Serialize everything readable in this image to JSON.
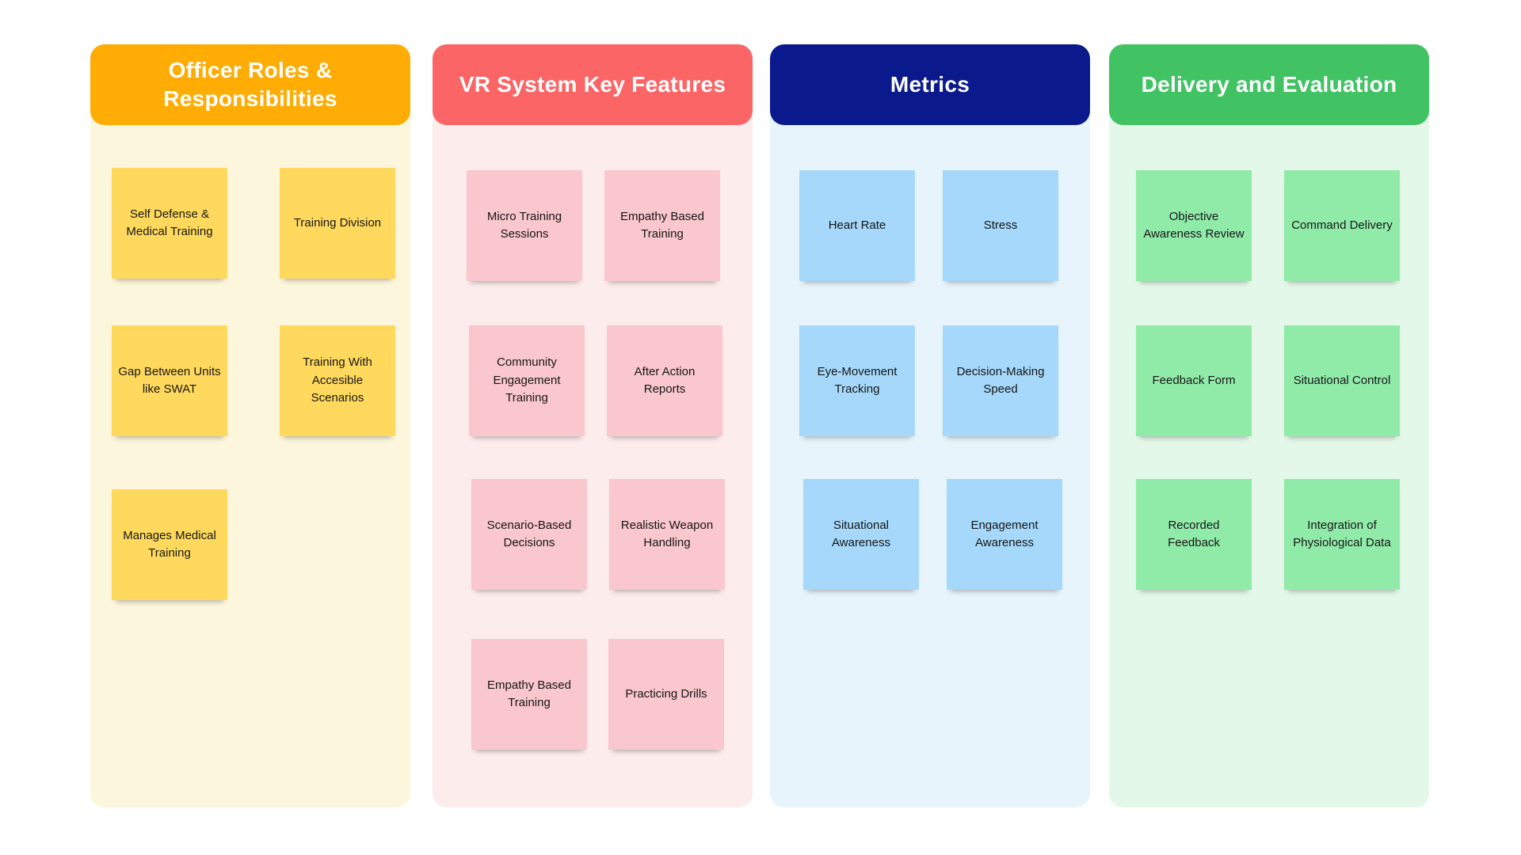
{
  "page": {
    "background": "#FFFFFF"
  },
  "columns": [
    {
      "title": "Officer Roles & Responsibilities",
      "header_color": "#FFAC04",
      "body_color": "#FCF6DC",
      "note_color": "#FFD95D",
      "notes": [
        {
          "text": "Self Defense & Medical Training"
        },
        {
          "text": "Training Division"
        },
        {
          "text": "Gap Between Units like SWAT"
        },
        {
          "text": "Training With Accesible Scenarios"
        },
        {
          "text": "Manages Medical Training"
        }
      ]
    },
    {
      "title": "VR System Key Features",
      "header_color": "#FB6565",
      "body_color": "#FDECEC",
      "note_color": "#F9C7CD",
      "notes": [
        {
          "text": "Micro Training Sessions"
        },
        {
          "text": "Empathy Based Training"
        },
        {
          "text": "Community Engagement Training"
        },
        {
          "text": "After Action Reports"
        },
        {
          "text": "Scenario-Based Decisions"
        },
        {
          "text": "Realistic Weapon Handling"
        },
        {
          "text": "Empathy Based Training"
        },
        {
          "text": "Practicing Drills"
        }
      ]
    },
    {
      "title": "Metrics",
      "header_color": "#0A1A8C",
      "body_color": "#E7F4FC",
      "note_color": "#A5D8FA",
      "notes": [
        {
          "text": "Heart Rate"
        },
        {
          "text": "Stress"
        },
        {
          "text": "Eye-Movement Tracking"
        },
        {
          "text": "Decision-Making Speed"
        },
        {
          "text": "Situational Awareness"
        },
        {
          "text": "Engagement Awareness"
        }
      ]
    },
    {
      "title": "Delivery and Evaluation",
      "header_color": "#41C364",
      "body_color": "#E4F8E9",
      "note_color": "#90EBA9",
      "notes": [
        {
          "text": "Objective Awareness Review"
        },
        {
          "text": "Command Delivery"
        },
        {
          "text": "Feedback Form"
        },
        {
          "text": "Situational Control"
        },
        {
          "text": "Recorded Feedback"
        },
        {
          "text": "Integration of Physiological Data"
        }
      ]
    }
  ]
}
